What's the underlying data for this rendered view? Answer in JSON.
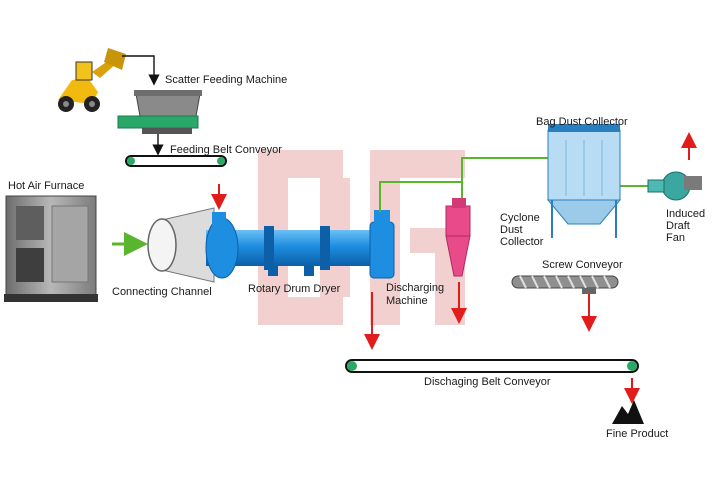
{
  "labels": {
    "scatter_feeding_machine": "Scatter Feeding Machine",
    "feeding_belt_conveyor": "Feeding Belt Conveyor",
    "hot_air_furnace": "Hot Air Furnace",
    "connecting_channel": "Connecting Channel",
    "rotary_drum_dryer": "Rotary Drum Dryer",
    "discharging_machine_1": "Discharging",
    "discharging_machine_2": "Machine",
    "bag_dust_collector": "Bag Dust Collector",
    "cyclone_1": "Cyclone",
    "cyclone_2": "Dust",
    "cyclone_3": "Collector",
    "induced_1": "Induced",
    "induced_2": "Draft",
    "induced_3": "Fan",
    "screw_conveyor": "Screw Conveyor",
    "discharging_belt_conveyor": "Dischaging Belt Conveyor",
    "fine_product": "Fine Product"
  },
  "colors": {
    "drum_blue": "#1e8ee0",
    "conveyor_green": "#2aa86a",
    "flow_red": "#e21b1b",
    "air_green": "#59b52e",
    "watermark": "#f2c8c8",
    "furnace_grey": "#9a9a9a"
  }
}
